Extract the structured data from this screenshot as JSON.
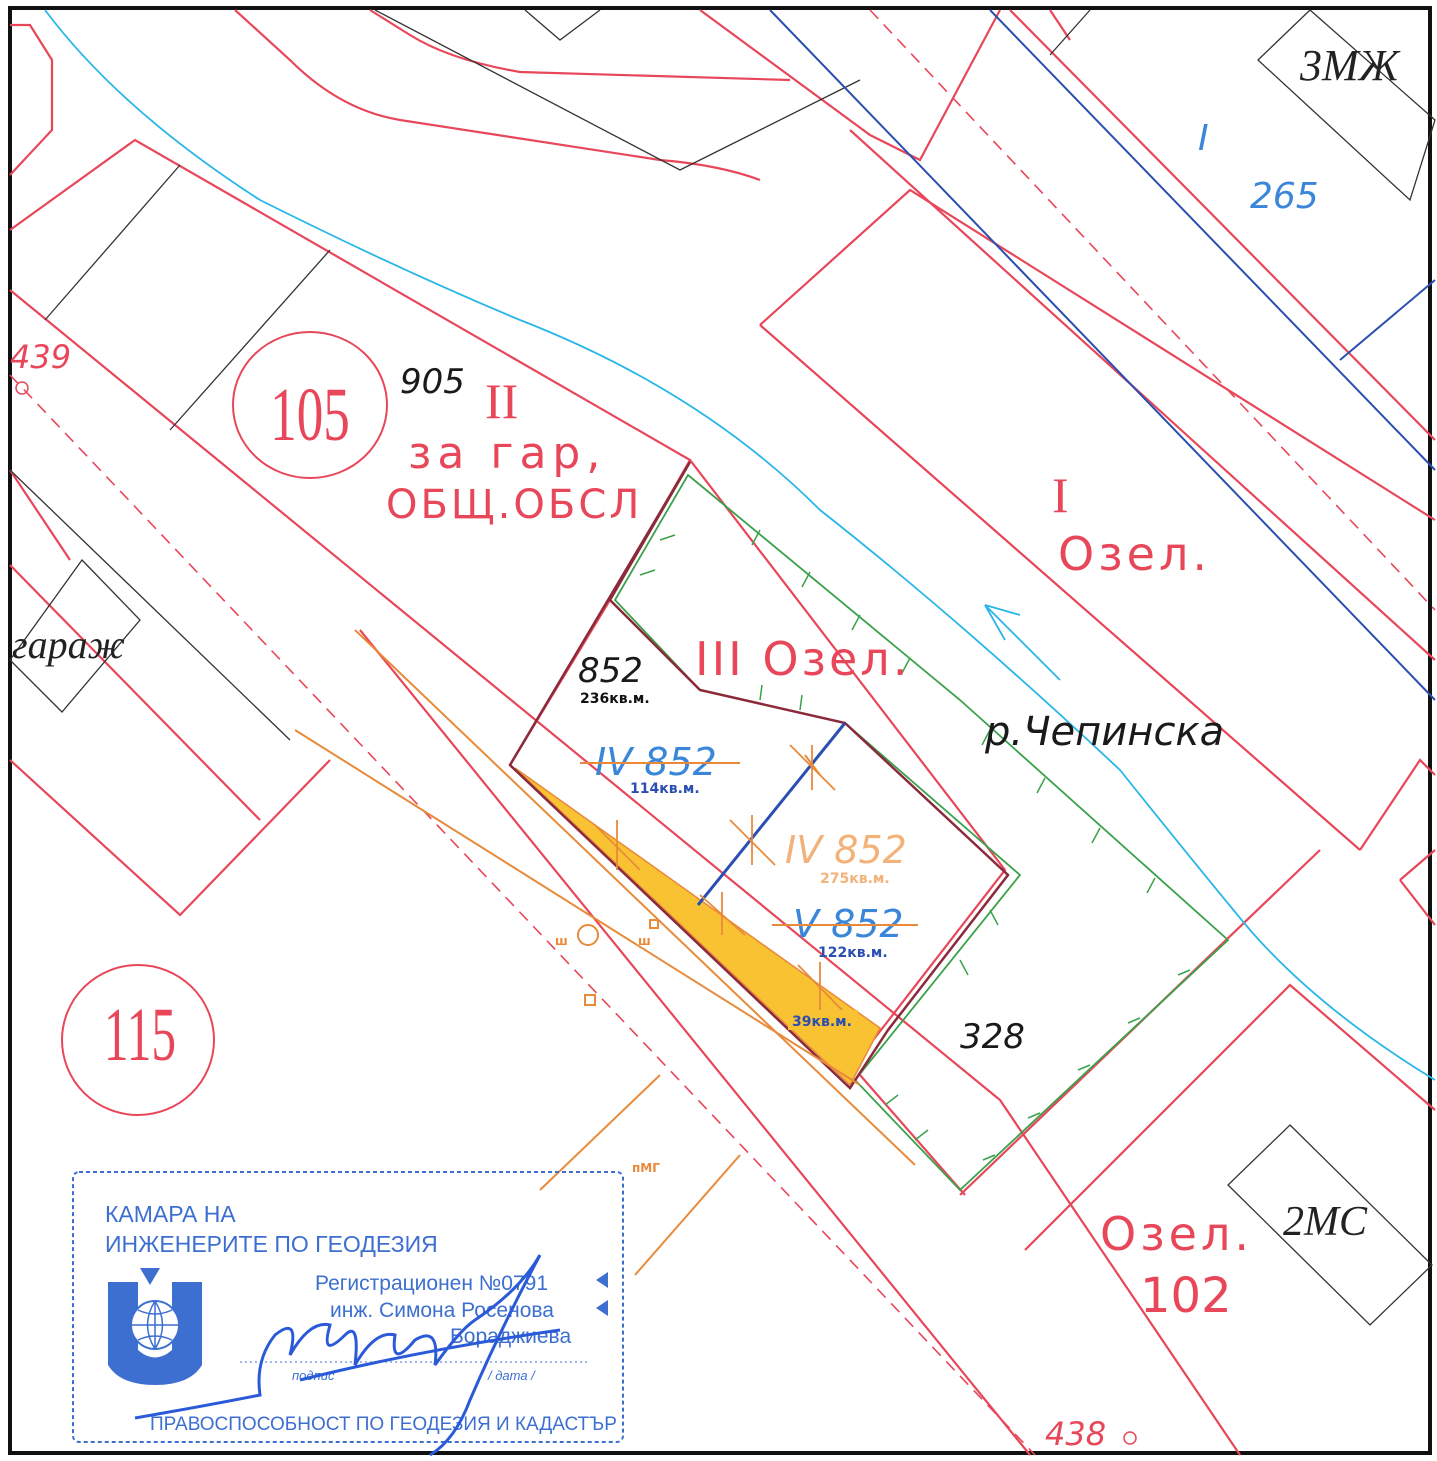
{
  "colors": {
    "regulation_red": "#e8475a",
    "property_brown": "#8a2a3a",
    "green_zone": "#3aa14a",
    "river_cyan": "#29b6e8",
    "new_boundary_blue": "#2a4fb0",
    "orange": "#e88a3a",
    "fill_yellow": "#f9c233",
    "stamp_blue": "#3d6fd0"
  },
  "labels": {
    "quarter_105": "105",
    "quarter_115": "115",
    "lot_905": "905",
    "plot_ii": "II",
    "plot_ii_use_1": "за гар,",
    "plot_ii_use_2": "ОБЩ.ОБСЛ",
    "plot_iii": "III Озел.",
    "plot_i_num": "I",
    "plot_i_use": "Озел.",
    "river": "р.Чепинска",
    "lot_852": "852",
    "area_236": "236кв.м.",
    "iv852_old": "IV 852",
    "area_114": "114кв.м.",
    "iv852_new": "IV 852",
    "area_275": "275кв.м.",
    "v852": "V 852",
    "area_122": "122кв.м.",
    "area_39": "39кв.м.",
    "lot_328": "328",
    "pt_439": "439",
    "pt_438": "438",
    "garage": "гараж",
    "bldg_3mzh": "3МЖ",
    "bldg_2ms": "2МС",
    "top_i": "I",
    "top_265": "265",
    "ozel_102_a": "Озел.",
    "ozel_102_b": "102",
    "pmg": "пМГ",
    "sh1": "ш",
    "sh2": "ш"
  },
  "stamp": {
    "line1": "КАМАРА НА",
    "line2": "ИНЖЕНЕРИТЕ ПО ГЕОДЕЗИЯ",
    "reg": "Регистрационен №0791",
    "eng": "инж. Симона Росенова",
    "surname": "Бораджиева",
    "podpis": "подпис",
    "data": "/ дата /",
    "footer": "ПРАВОСПОСОБНОСТ ПО ГЕОДЕЗИЯ И КАДАСТЪР"
  }
}
